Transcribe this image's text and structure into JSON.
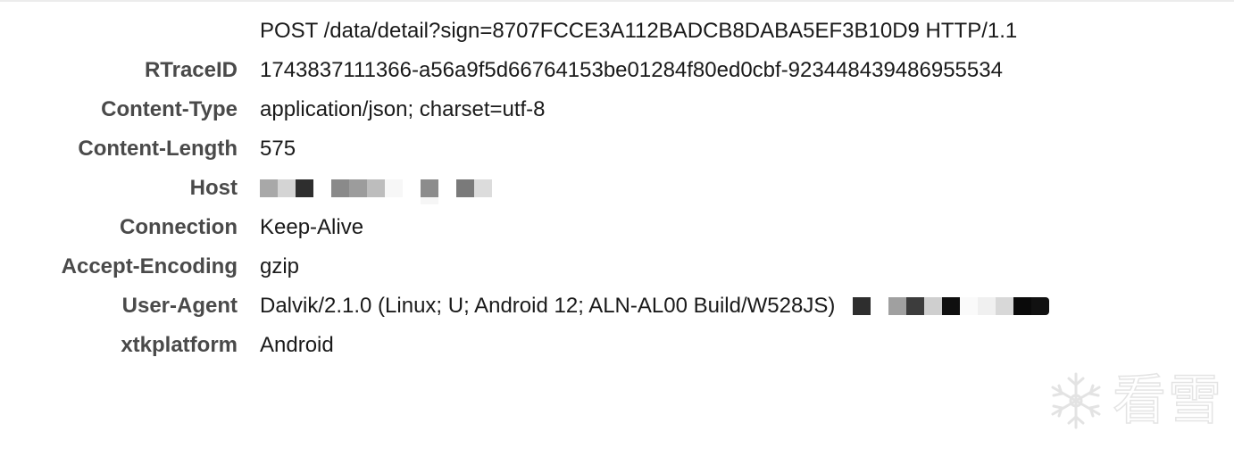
{
  "request_line": "POST /data/detail?sign=8707FCCE3A112BADCB8DABA5EF3B10D9 HTTP/1.1",
  "headers": [
    {
      "key": "RTraceID",
      "value": "1743837111366-a56a9f5d66764153be01284f80ed0cbf-923448439486955534"
    },
    {
      "key": "Content-Type",
      "value": "application/json; charset=utf-8"
    },
    {
      "key": "Content-Length",
      "value": "575"
    },
    {
      "key": "Host",
      "value": ""
    },
    {
      "key": "Connection",
      "value": "Keep-Alive"
    },
    {
      "key": "Accept-Encoding",
      "value": "gzip"
    },
    {
      "key": "User-Agent",
      "value": "Dalvik/2.1.0 (Linux; U; Android 12; ALN-AL00 Build/W528JS)"
    },
    {
      "key": "xtkplatform",
      "value": "Android"
    }
  ],
  "redactions": {
    "host_colors": [
      "#a8a8a8",
      "#d4d4d4",
      "#2e2e2e",
      "#ffffff",
      "#8a8a8a",
      "#9c9c9c",
      "#bdbdbd",
      "#f7f7f7",
      "#ffffff",
      "#8c8c8c",
      "#ffffff",
      "#7a7a7a",
      "#dcdcdc"
    ],
    "ua_colors": [
      "#2e2e2e",
      "#ffffff",
      "#a0a0a0",
      "#3c3c3c",
      "#cfcfcf",
      "#0f0f0f",
      "#fafafa",
      "#f0f0f0",
      "#d8d8d8",
      "#0a0a0a",
      "#111111"
    ]
  },
  "watermark": {
    "icon": "snowflake-icon",
    "text": "看雪"
  }
}
